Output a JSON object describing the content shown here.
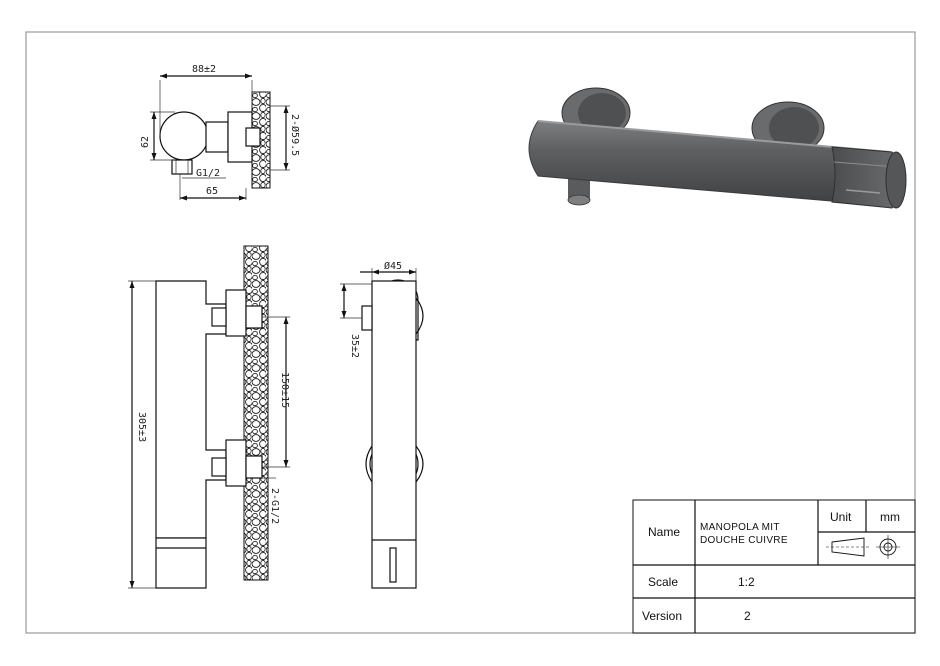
{
  "dimensions": {
    "top_width": "88±2",
    "top_height": "62",
    "top_connection": "G1/2",
    "top_depth": "65",
    "wall_pipes": "2-Ø59.5",
    "side_diameter": "Ø45",
    "side_outlet": "35±2",
    "front_height": "305±3",
    "front_spacing": "150±15",
    "front_inlets": "2-G1/2"
  },
  "title_block": {
    "name_label": "Name",
    "name_value_line1": "MANOPOLA MIT",
    "name_value_line2": "DOUCHE CUIVRE",
    "unit_label": "Unit",
    "unit_value": "mm",
    "scale_label": "Scale",
    "scale_value": "1:2",
    "version_label": "Version",
    "version_value": "2"
  },
  "colors": {
    "frame": "#9a9a9a",
    "render_body": "#5b5c5e",
    "render_highlight": "#8a8b8d"
  }
}
